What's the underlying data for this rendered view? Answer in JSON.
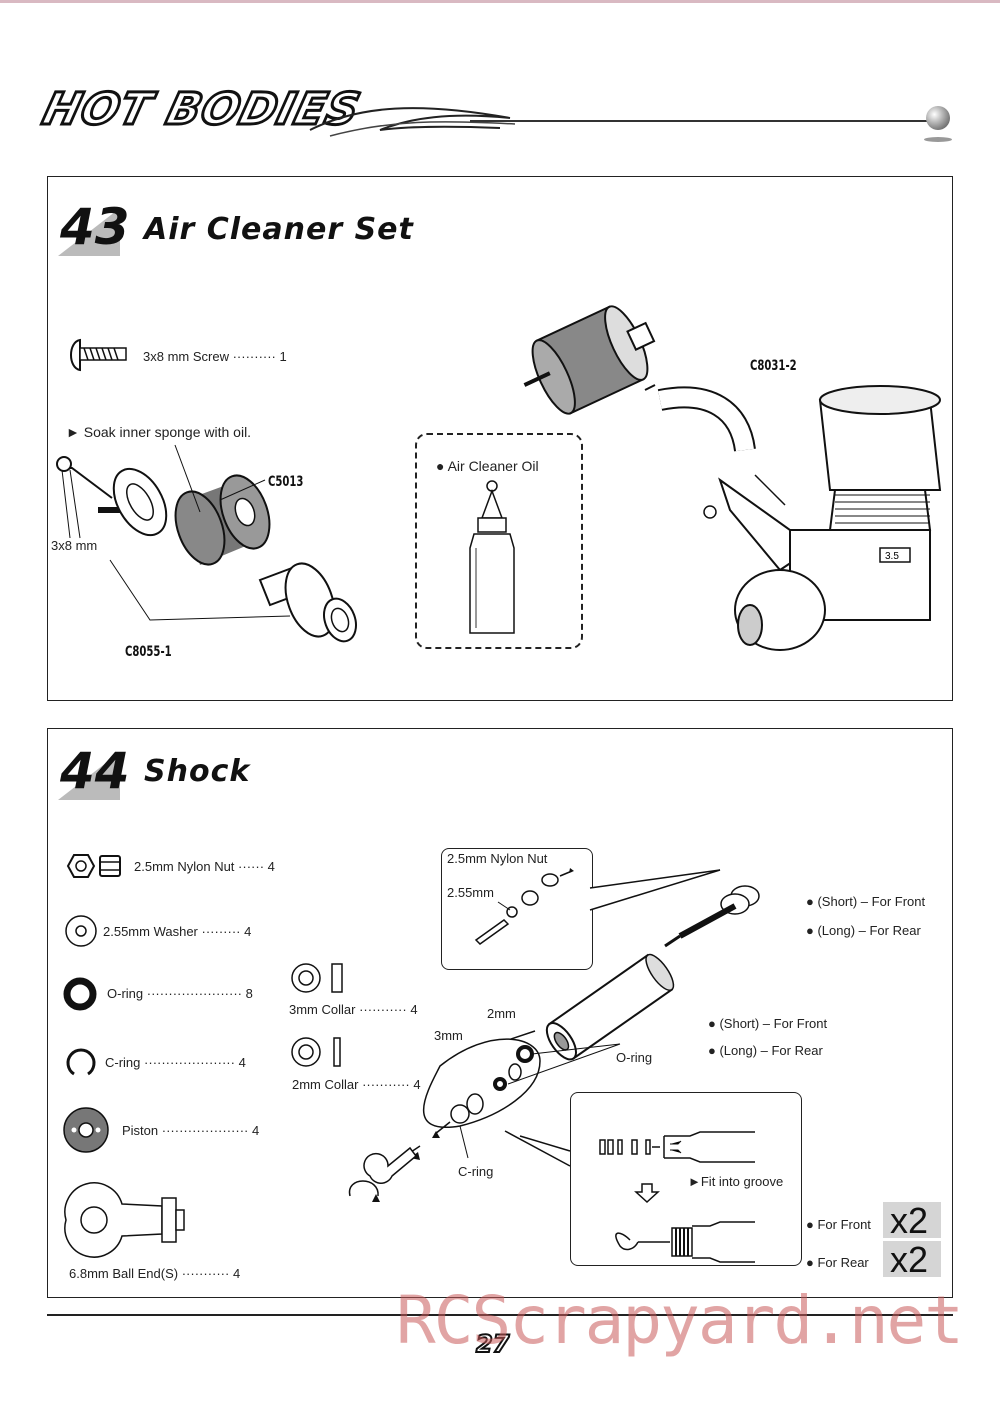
{
  "header": {
    "brand": "HOT BODIES"
  },
  "step43": {
    "number": "43",
    "title": "Air Cleaner Set",
    "parts": [
      {
        "name": "3x8 mm Screw",
        "dots": "··········",
        "qty": "1"
      }
    ],
    "note": "► Soak inner sponge with oil.",
    "screw_label": "3x8 mm",
    "part_numbers": {
      "sponge": "C5013",
      "housing": "C8055-1",
      "hose": "C8031-2"
    },
    "oil_box": "● Air Cleaner Oil",
    "engine_label": "3.5"
  },
  "step44": {
    "number": "44",
    "title": "Shock",
    "parts": [
      {
        "name": "2.5mm Nylon Nut",
        "dots": "······",
        "qty": "4"
      },
      {
        "name": "2.55mm Washer",
        "dots": "·········",
        "qty": "4"
      },
      {
        "name": "O-ring",
        "dots": "······················",
        "qty": "8"
      },
      {
        "name": "C-ring",
        "dots": "·····················",
        "qty": "4"
      },
      {
        "name": "Piston",
        "dots": "····················",
        "qty": "4"
      },
      {
        "name": "6.8mm Ball End(S)",
        "dots": "···········",
        "qty": "4"
      }
    ],
    "collars": [
      {
        "name": "3mm Collar",
        "dots": "···········",
        "qty": "4"
      },
      {
        "name": "2mm Collar",
        "dots": "···········",
        "qty": "4"
      }
    ],
    "inset_top": {
      "nut": "2.5mm Nylon Nut",
      "washer": "2.55mm"
    },
    "shaft_note": {
      "short": "● (Short) – For Front",
      "long": "● (Long) – For Rear"
    },
    "body_note": {
      "short": "● (Short) – For Front",
      "long": "● (Long) – For Rear"
    },
    "callouts": {
      "two_mm": "2mm",
      "three_mm": "3mm",
      "oring": "O-ring",
      "cring": "C-ring"
    },
    "groove_note": "►Fit into groove",
    "front": "● For Front",
    "rear": "● For  Rear",
    "x2_front": "x2",
    "x2_rear": "x2"
  },
  "footer": {
    "page": "27",
    "watermark": "RCScrapyard.net"
  }
}
